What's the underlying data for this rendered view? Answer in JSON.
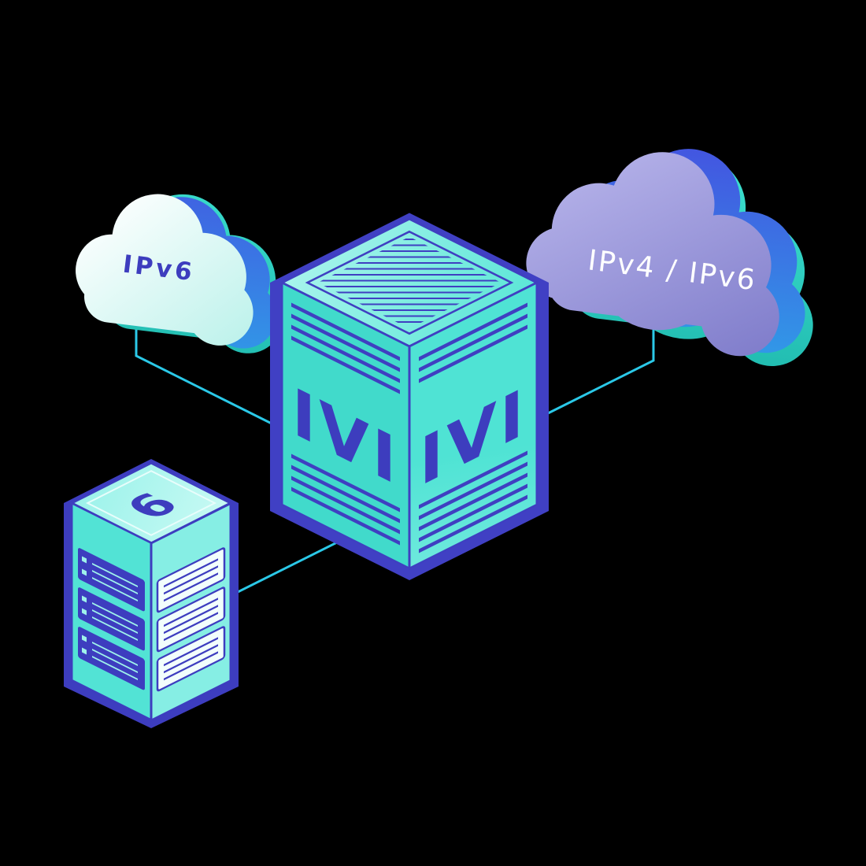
{
  "scene": {
    "background_color": "#000000",
    "connector_color": "#2BC9E8",
    "left_cloud": {
      "label": "IPv6",
      "label_color": "#3D3DBE",
      "body_gradient": [
        "#FFFFFF",
        "#B9F1EA"
      ],
      "accent_teal": "#3FE3D2",
      "accent_blue": "#4452E0"
    },
    "right_cloud": {
      "label": "IPv4 / IPv6",
      "label_color": "#FFFFFF",
      "body_gradient": [
        "#B3B0E8",
        "#807DCB"
      ],
      "accent_teal": "#3FE3D2",
      "accent_blue": "#4452E0"
    },
    "translator_cube": {
      "left_face_label": "IVI",
      "right_face_label": "IVI",
      "label_color": "#3D3DBE",
      "outline_color": "#4040C4",
      "face_teal": "#45DCCE"
    },
    "server": {
      "top_label": "6",
      "label_color": "#3D3DBE",
      "outline_color": "#3D3DBF",
      "face_teal": "#5AE5D7"
    }
  }
}
